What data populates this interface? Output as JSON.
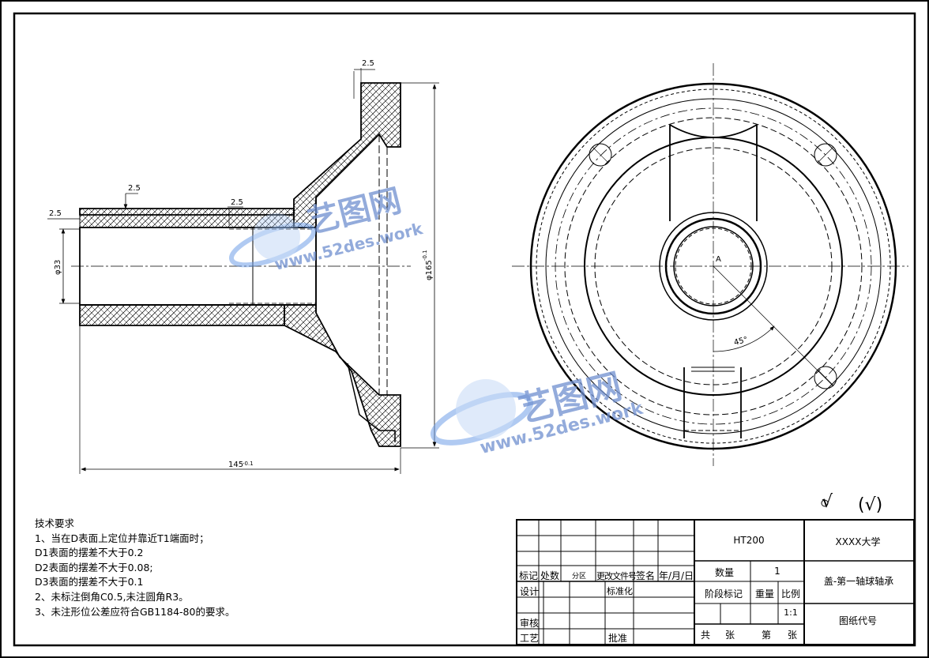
{
  "drawing": {
    "dims": {
      "flange_thickness": "2.5",
      "wall_top": "2.5",
      "step_top": "2.5",
      "end_left": "2.5",
      "bore_dia": "φ33",
      "outer_dia": "φ165",
      "outer_dia_tol": "-0.1",
      "length": "145",
      "length_tol": "-0.1",
      "angle": "45°",
      "center_label": "A"
    },
    "roughness": {
      "symbol": "√",
      "other": "(√)"
    }
  },
  "tech_requirements": {
    "title": "技术要求",
    "lines": [
      "1、当在D表面上定位并靠近T1端面时；",
      "D1表面的摆差不大于0.2",
      "D2表面的摆差不大于0.08;",
      "D3表面的摆差不大于0.1",
      "2、未标注倒角C0.5,未注圆角R3。",
      "3、未注形位公差应符合GB1184-80的要求。"
    ]
  },
  "title_block": {
    "material": "HT200",
    "school": "XXXX大学",
    "part_name": "盖-第一轴球轴承",
    "drawing_no_label": "图纸代号",
    "qty_label": "数量",
    "qty_value": "1",
    "stage_label": "阶段标记",
    "weight_label": "重量",
    "scale_label": "比例",
    "scale_value": "1:1",
    "total_label": "共",
    "sheet_unit1": "张",
    "sheet_label": "第",
    "sheet_unit2": "张",
    "rev_headers": [
      "标记",
      "处数",
      "分区",
      "更改文件号",
      "签名",
      "年/月/日"
    ],
    "design": "设计",
    "standard": "标准化",
    "check": "审核",
    "process": "工艺",
    "approve": "批准"
  },
  "watermark": {
    "brand": "艺图网",
    "url": "www.52des.work"
  }
}
